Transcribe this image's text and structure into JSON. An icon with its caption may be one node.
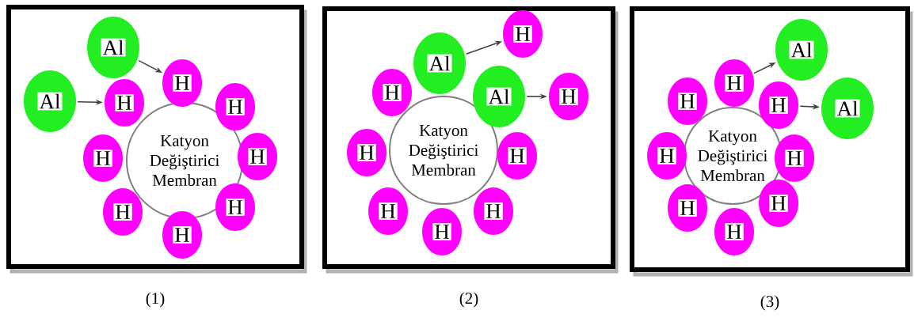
{
  "diagram": {
    "nodes": [
      {
        "text": [],
        "shape": "box",
        "beside": [
          "(1)"
        ]
      },
      {
        "text": [
          "Katyon Değiştirici Membran"
        ],
        "in": 0
      },
      {
        "text": [
          "Al"
        ],
        "in": 0
      },
      {
        "text": [
          "H"
        ],
        "in": 0
      },
      {
        "text": [
          "Al"
        ],
        "in": 0
      },
      {
        "text": [
          "H"
        ],
        "in": 0
      },
      {
        "text": [
          "H"
        ],
        "in": 0
      },
      {
        "text": [
          "H"
        ],
        "in": 0
      },
      {
        "text": [
          "H"
        ],
        "in": 0
      },
      {
        "text": [
          "H"
        ],
        "in": 0
      },
      {
        "text": [
          "H"
        ],
        "in": 0
      },
      {
        "text": [
          "H"
        ],
        "in": 0
      },
      {
        "text": [],
        "shape": "box",
        "beside": [
          "(2)"
        ]
      },
      {
        "text": [
          "Katyon Değiştirici Membran"
        ],
        "in": 12
      },
      {
        "text": [
          "H"
        ],
        "in": 12
      },
      {
        "text": [
          "Al"
        ],
        "in": 12
      },
      {
        "text": [
          "H"
        ],
        "in": 12
      },
      {
        "text": [
          "Al"
        ],
        "in": 12
      },
      {
        "text": [
          "H"
        ],
        "in": 12
      },
      {
        "text": [
          "H"
        ],
        "in": 12
      },
      {
        "text": [
          "H"
        ],
        "in": 12
      },
      {
        "text": [
          "H"
        ],
        "in": 12
      },
      {
        "text": [
          "H"
        ],
        "in": 12
      },
      {
        "text": [
          "H"
        ],
        "in": 12
      },
      {
        "text": [],
        "shape": "box",
        "beside": [
          "(3)"
        ]
      },
      {
        "text": [
          "Katyon Değiştirici Membran"
        ],
        "in": 24
      },
      {
        "text": [
          "Al"
        ],
        "in": 24
      },
      {
        "text": [
          "H"
        ],
        "in": 24
      },
      {
        "text": [
          "H"
        ],
        "in": 24
      },
      {
        "text": [
          "H"
        ],
        "in": 24
      },
      {
        "text": [
          "Al"
        ],
        "in": 24
      },
      {
        "text": [
          "H"
        ],
        "in": 24
      },
      {
        "text": [
          "H"
        ],
        "in": 24
      },
      {
        "text": [
          "H"
        ],
        "in": 24
      },
      {
        "text": [
          "H"
        ],
        "in": 24
      },
      {
        "text": [
          "H"
        ],
        "in": 24
      }
    ],
    "edges": [
      {
        "from": 4,
        "to": 5,
        "arrow": "to"
      },
      {
        "from": 2,
        "to": 3,
        "arrow": "to"
      },
      {
        "from": 15,
        "to": 14,
        "arrow": "to"
      },
      {
        "from": 17,
        "to": 18,
        "arrow": "to"
      },
      {
        "from": 27,
        "to": 26,
        "arrow": "to"
      },
      {
        "from": 29,
        "to": 30,
        "arrow": "to"
      }
    ]
  }
}
